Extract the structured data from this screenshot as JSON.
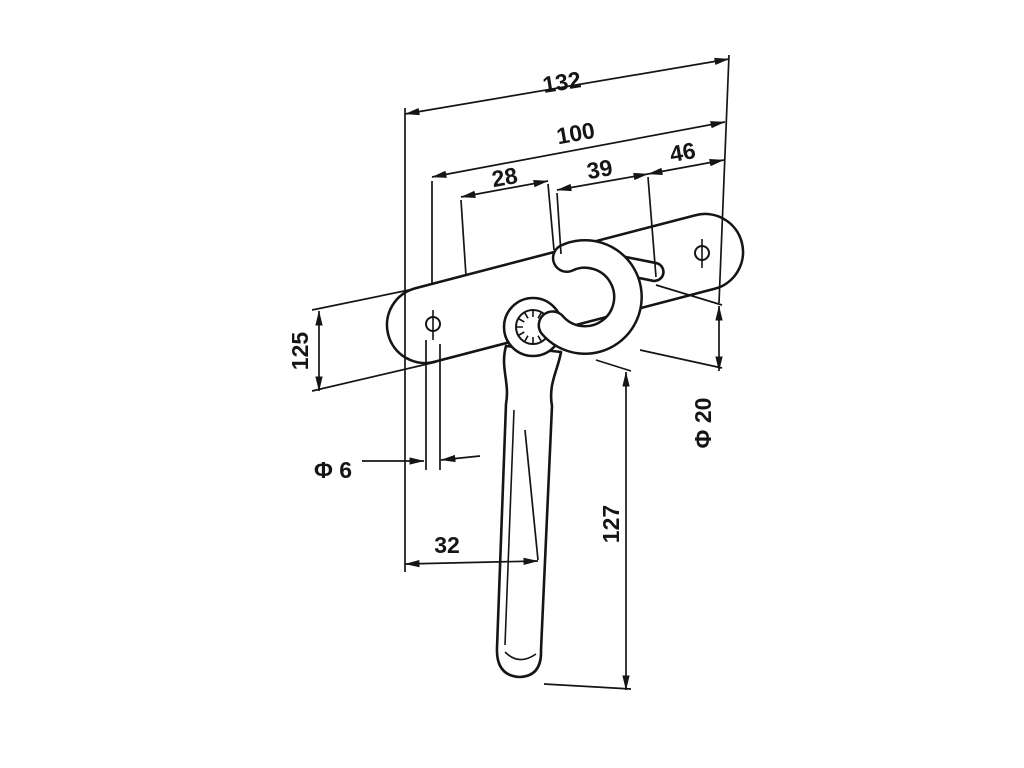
{
  "drawing": {
    "background_color": "#ffffff",
    "ink_color": "#151515",
    "dimensions": {
      "d132": "132",
      "d100": "100",
      "d28": "28",
      "d39": "39",
      "d46": "46",
      "d125": "125",
      "dia6": "Φ 6",
      "d32": "32",
      "d127": "127",
      "dia20": "Φ 20"
    }
  }
}
